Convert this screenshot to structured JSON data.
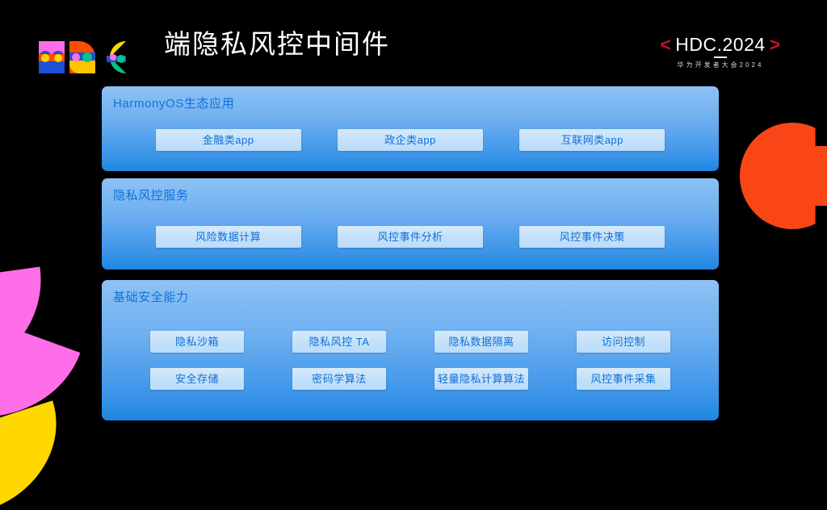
{
  "header": {
    "title": "端隐私风控中间件",
    "logo_name": "mdc-logo",
    "hdc": {
      "bracket_left": "<",
      "bracket_right": ">",
      "text": "HDC.2024",
      "subtitle": "华为开发者大会2024"
    }
  },
  "panels": [
    {
      "heading": "HarmonyOS生态应用",
      "rows": [
        [
          "金融类app",
          "政企类app",
          "互联网类app"
        ]
      ]
    },
    {
      "heading": "隐私风控服务",
      "rows": [
        [
          "风险数据计算",
          "风控事件分析",
          "风控事件决策"
        ]
      ]
    },
    {
      "heading": "基础安全能力",
      "rows": [
        [
          "隐私沙箱",
          "隐私风控 TA",
          "隐私数据隔离",
          "访问控制"
        ],
        [
          "安全存储",
          "密码学算法",
          "轻量隐私计算算法",
          "风控事件采集"
        ]
      ]
    }
  ],
  "colors": {
    "background": "#000000",
    "panel_top": "#8DC2F5",
    "panel_bottom": "#1E86E0",
    "chip_fill": "#C3E0FA",
    "chip_text": "#0E6FD6",
    "heading_text": "#1271D8",
    "title_text": "#FFFFFF",
    "accent_red": "#C8102E",
    "deco_orange": "#FA4616",
    "deco_pink": "#FF6EE8",
    "deco_yellow": "#FFD700"
  }
}
